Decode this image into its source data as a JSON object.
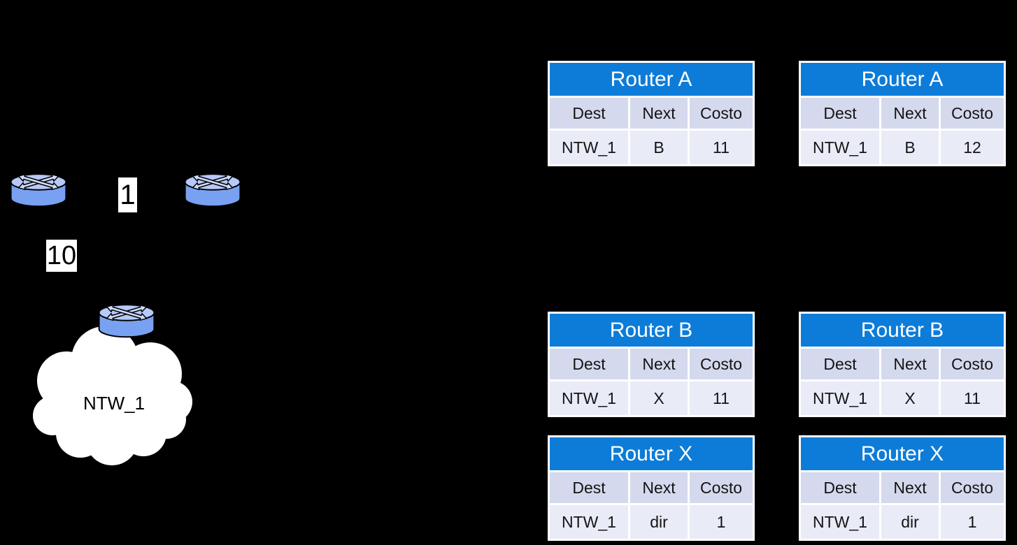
{
  "slide": {
    "background_color": "#000000"
  },
  "diagram": {
    "link_labels": {
      "a_b_cost": "1",
      "a_x_cost": "10"
    },
    "cloud_label": "NTW_1",
    "colors": {
      "router_body": "#79a1f1",
      "router_top": "#b7c9f8",
      "router_outline": "#000000",
      "cloud_fill": "#ffffff",
      "label_bg": "#ffffff",
      "label_text": "#000000"
    }
  },
  "tables": {
    "columns": [
      "Dest",
      "Next",
      "Costo"
    ],
    "colors": {
      "title_bg": "#0d7cd8",
      "title_text": "#ffffff",
      "header_row_bg": "#d4d9ed",
      "data_row_bg": "#e9ebf7",
      "grid_lines": "#ffffff",
      "body_text": "#141414"
    },
    "left": [
      {
        "title": "Router A",
        "row": [
          "NTW_1",
          "B",
          "11"
        ]
      },
      {
        "title": "Router B",
        "row": [
          "NTW_1",
          "X",
          "11"
        ]
      },
      {
        "title": "Router X",
        "row": [
          "NTW_1",
          "dir",
          "1"
        ]
      }
    ],
    "right": [
      {
        "title": "Router A",
        "row": [
          "NTW_1",
          "B",
          "12"
        ]
      },
      {
        "title": "Router B",
        "row": [
          "NTW_1",
          "X",
          "11"
        ]
      },
      {
        "title": "Router X",
        "row": [
          "NTW_1",
          "dir",
          "1"
        ]
      }
    ]
  }
}
